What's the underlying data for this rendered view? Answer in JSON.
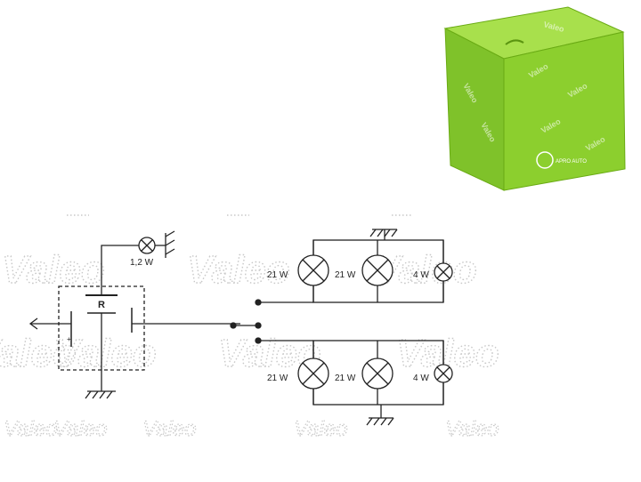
{
  "product_box": {
    "brand_text": "Valeo",
    "badge_text": "APRO AUTO"
  },
  "watermark": {
    "text": "Valeo"
  },
  "relay": {
    "label": "R"
  },
  "indicator_lamp": {
    "label": "1,2 W"
  },
  "upper_circuit": {
    "lamp1_label": "21 W",
    "lamp2_label": "21 W",
    "lamp3_label": "4 W"
  },
  "lower_circuit": {
    "lamp1_label": "21 W",
    "lamp2_label": "21 W",
    "lamp3_label": "4 W"
  },
  "colors": {
    "box_green": "#8ccf2e",
    "box_dark": "#6aab14",
    "line": "#222222",
    "watermark": "#c8c8c8"
  }
}
